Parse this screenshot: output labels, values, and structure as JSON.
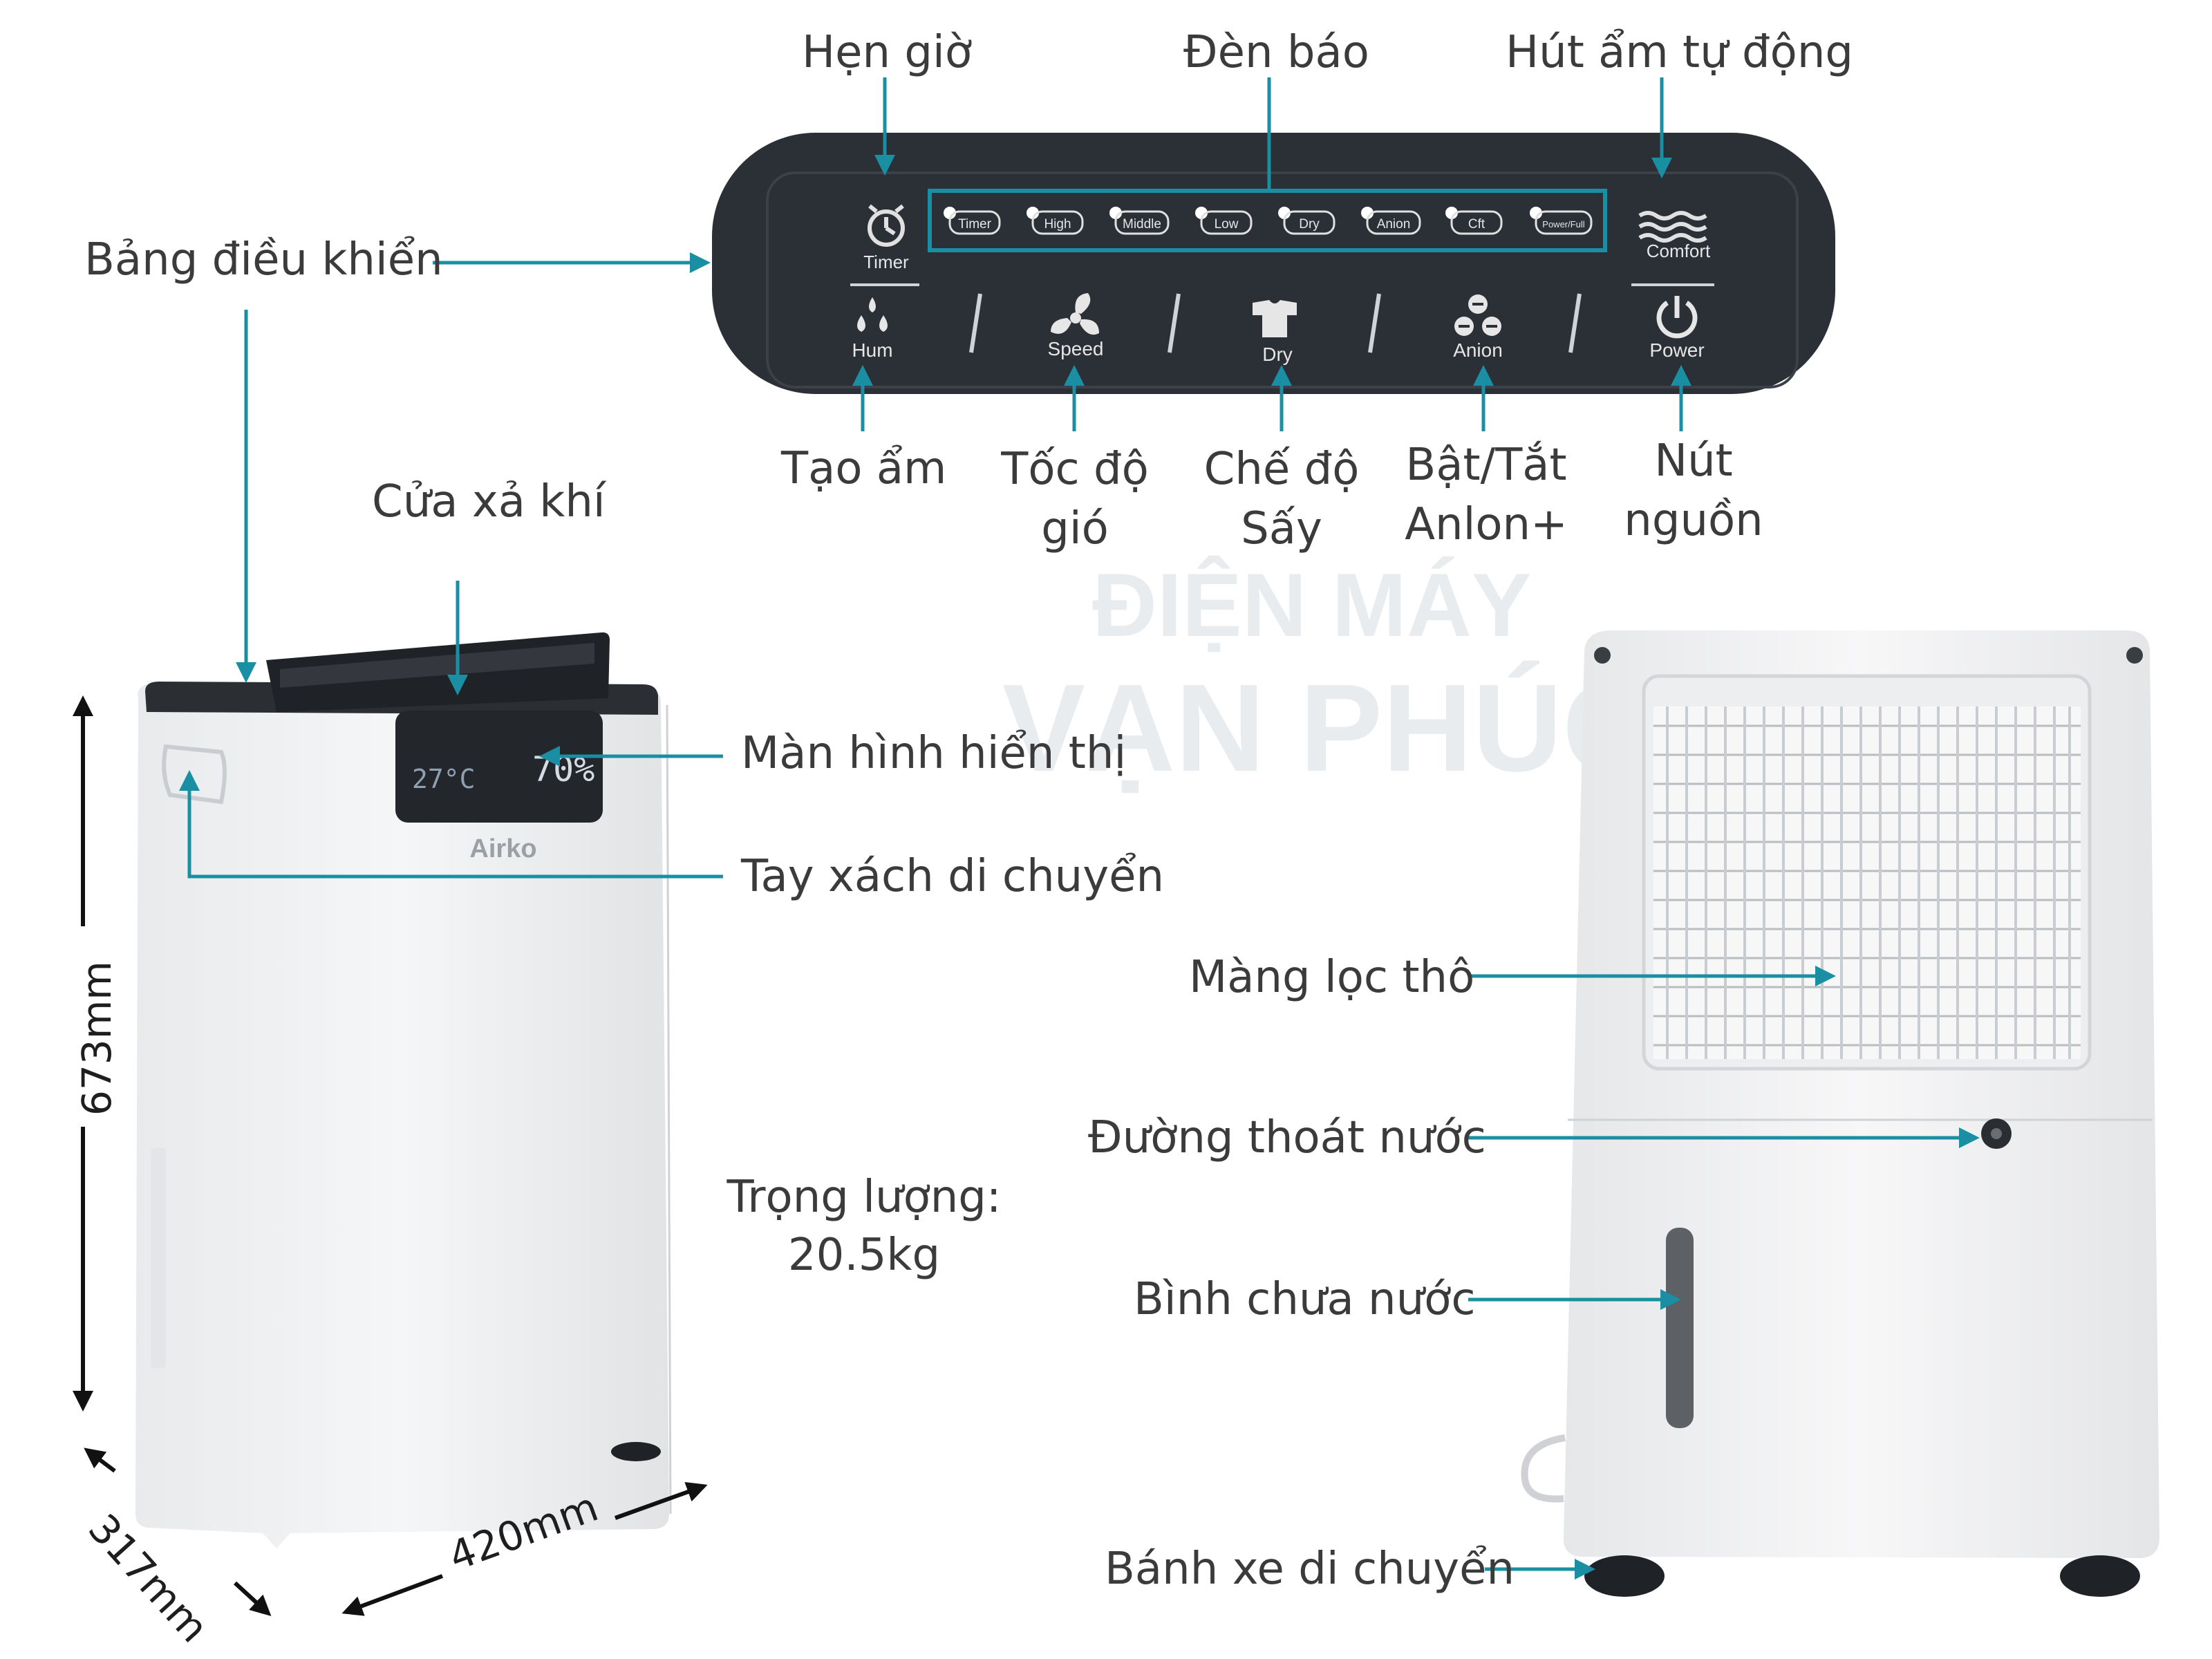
{
  "watermark": {
    "line1": "ĐIỆN MÁY",
    "line2": "VẠN PHÚC"
  },
  "panel": {
    "indicators": [
      "Timer",
      "High",
      "Middle",
      "Low",
      "Dry",
      "Anion",
      "Cft",
      "Power/Full"
    ],
    "timer_label": "Timer",
    "comfort_label": "Comfort",
    "buttons": [
      "Hum",
      "Speed",
      "Dry",
      "Anion",
      "Power"
    ]
  },
  "device": {
    "brand": "Airko",
    "display_temp": "27°C",
    "display_humidity": "70%"
  },
  "labels": {
    "timer": "Hẹn giờ",
    "indicator_lights": "Đèn báo",
    "auto_dehumidify": "Hút ẩm tự động",
    "control_panel": "Bảng điều khiển",
    "humidify": "Tạo ẩm",
    "fan_speed_1": "Tốc độ",
    "fan_speed_2": "gió",
    "dry_mode_1": "Chế độ",
    "dry_mode_2": "Sấy",
    "anion_1": "Bật/Tắt",
    "anion_2": "Anlon+",
    "power_1": "Nút",
    "power_2": "nguồn",
    "exhaust": "Cửa xả khí",
    "display": "Màn hình hiển thị",
    "handle": "Tay xách di chuyển",
    "weight_1": "Trọng lượng:",
    "weight_2": "20.5kg",
    "coarse_filter": "Màng lọc thô",
    "drain": "Đường thoát nước",
    "water_tank": "Bình chưa nước",
    "wheels": "Bánh xe di chuyển"
  },
  "dimensions": {
    "height": "673mm",
    "depth": "317mm",
    "width": "420mm"
  },
  "colors": {
    "accent": "#1a8fa3",
    "panel": "#2b2f36",
    "body": "#f0f1f3"
  }
}
